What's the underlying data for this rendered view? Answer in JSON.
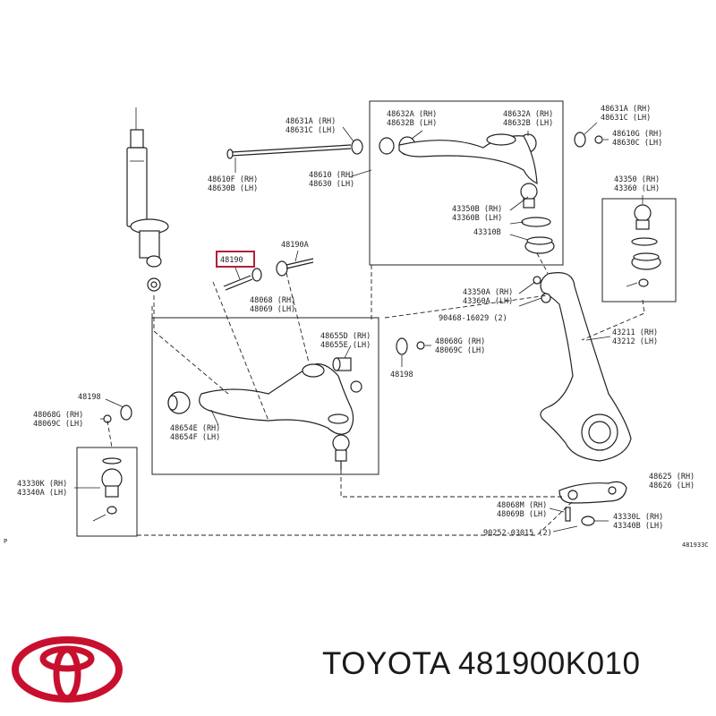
{
  "diagram": {
    "labels": {
      "l48631A_top": "48631A (RH)",
      "l48631C_top": "48631C (LH)",
      "l48610F": "48610F (RH)",
      "l48630B": "48630B (LH)",
      "l48610": "48610 (RH)",
      "l48630": "48630 (LH)",
      "l48632A_l": "48632A (RH)",
      "l48632B_l": "48632B (LH)",
      "l48632A_r": "48632A (RH)",
      "l48632B_r": "48632B (LH)",
      "l48631A_r": "48631A (RH)",
      "l48631C_r": "48631C (LH)",
      "l48610G": "48610G (RH)",
      "l48630C": "48630C (LH)",
      "l43350_box": "43350 (RH)",
      "l43360_box": "43360 (LH)",
      "l43350B": "43350B (RH)",
      "l43360B": "43360B (LH)",
      "l43310B": "43310B",
      "l48190": "48190",
      "l48190A": "48190A",
      "l48068": "48068 (RH)",
      "l48069": "48069 (LH)",
      "l43350A": "43350A (RH)",
      "l43360A": "43360A (LH)",
      "l90468": "90468-16029 (2)",
      "l43211": "43211 (RH)",
      "l43212": "43212 (LH)",
      "l48655D": "48655D (RH)",
      "l48655E": "48655E (LH)",
      "l48068G_r": "48068G (RH)",
      "l48069C_r": "48069C (LH)",
      "l48198_r": "48198",
      "l48198_l": "48198",
      "l48068G_l": "48068G (RH)",
      "l48069C_l": "48069C (LH)",
      "l48654E": "48654E (RH)",
      "l48654F": "48654F (LH)",
      "l43330K": "43330K (RH)",
      "l43340A": "43340A (LH)",
      "l48625": "48625 (RH)",
      "l48626": "48626 (LH)",
      "l48068M": "48068M (RH)",
      "l48069B": "48069B (LH)",
      "l43330L": "43330L (RH)",
      "l43340B": "43340B (LH)",
      "l90252": "90252-03015 (2)",
      "ref_code": "481933C",
      "page_p": "P"
    }
  },
  "footer": {
    "brand_text": "TOYOTA 481900K010",
    "logo": "toyota-emblem",
    "logo_color": "#c8102e"
  }
}
